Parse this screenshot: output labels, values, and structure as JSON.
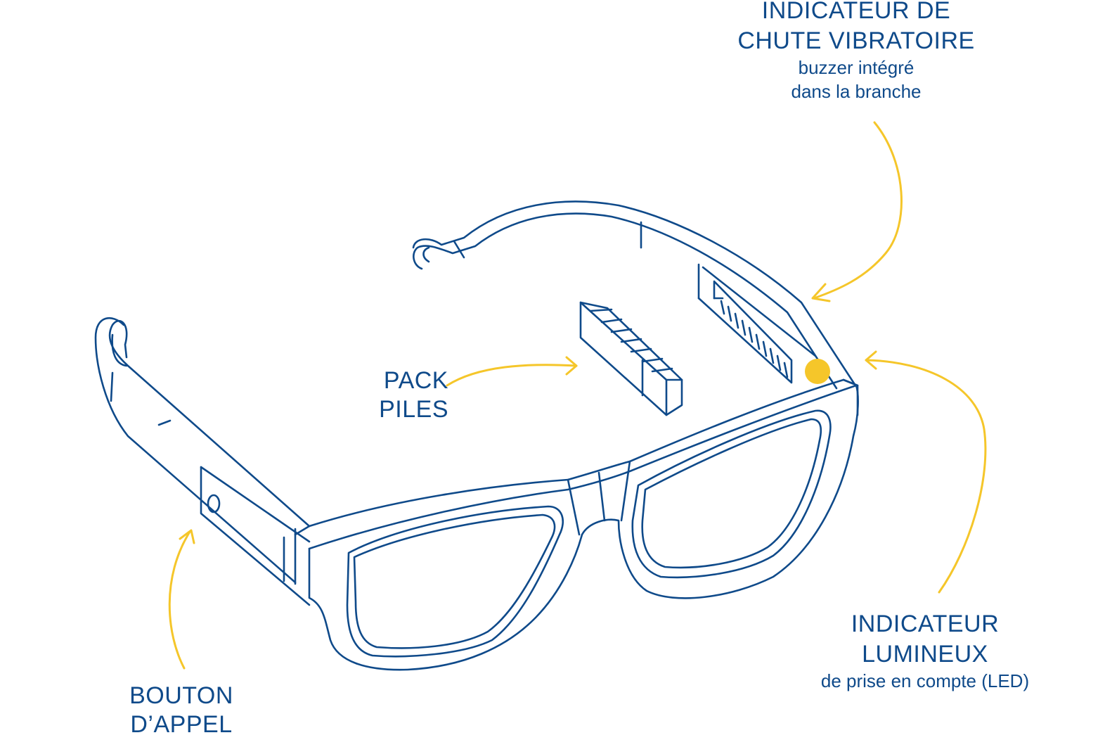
{
  "labels": {
    "vibration": {
      "line1": "INDICATEUR DE",
      "line2": "CHUTE VIBRATOIRE",
      "sub1": "buzzer intégré",
      "sub2": "dans la branche"
    },
    "battery": {
      "line1": "PACK",
      "line2": "PILES"
    },
    "light": {
      "line1": "INDICATEUR",
      "line2": "LUMINEUX",
      "sub1": "de prise en compte (LED)"
    },
    "call_button": {
      "line1": "BOUTON",
      "line2": "D’APPEL"
    }
  },
  "colors": {
    "outline": "#0f4a8a",
    "accent": "#f5c62a",
    "background": "#ffffff"
  }
}
